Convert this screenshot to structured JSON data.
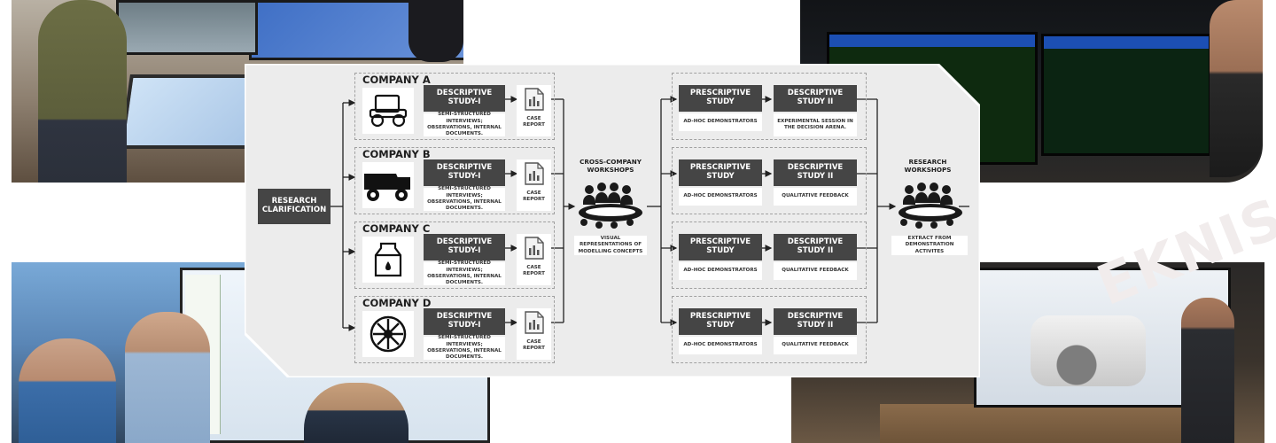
{
  "watermark": "EKNISA",
  "research_box": "RESEARCH CLARIFICATION",
  "companies": [
    {
      "name": "COMPANY A",
      "icon": "road-roller-icon",
      "study": "DESCRIPTIVE STUDY-I",
      "methods": "SEMI-STRUCTURED INTERVIEWS; OBSERVATIONS, INTERNAL DOCUMENTS.",
      "report": "CASE REPORT"
    },
    {
      "name": "COMPANY B",
      "icon": "dump-truck-icon",
      "study": "DESCRIPTIVE STUDY-I",
      "methods": "SEMI-STRUCTURED INTERVIEWS; OBSERVATIONS, INTERNAL DOCUMENTS.",
      "report": "CASE REPORT"
    },
    {
      "name": "COMPANY C",
      "icon": "milk-carton-icon",
      "study": "DESCRIPTIVE STUDY-I",
      "methods": "SEMI-STRUCTURED INTERVIEWS; OBSERVATIONS, INTERNAL DOCUMENTS.",
      "report": "CASE REPORT"
    },
    {
      "name": "COMPANY D",
      "icon": "turbine-icon",
      "study": "DESCRIPTIVE STUDY-I",
      "methods": "SEMI-STRUCTURED INTERVIEWS; OBSERVATIONS, INTERNAL DOCUMENTS.",
      "report": "CASE REPORT"
    }
  ],
  "cross_company": {
    "title": "CROSS-COMPANY WORKSHOPS",
    "caption": "VISUAL REPRESENTATIONS OF MODELLING CONCEPTS",
    "icon": "group-meeting-icon"
  },
  "prescriptive": [
    {
      "study": "PRESCRIPTIVE STUDY",
      "note": "AD-HOC DEMONSTRATORS",
      "descriptive": "DESCRIPTIVE STUDY II",
      "feedback": "EXPERIMENTAL SESSION IN THE DECISION ARENA."
    },
    {
      "study": "PRESCRIPTIVE STUDY",
      "note": "AD-HOC DEMONSTRATORS",
      "descriptive": "DESCRIPTIVE STUDY II",
      "feedback": "QUALITATIVE FEEDBACK"
    },
    {
      "study": "PRESCRIPTIVE STUDY",
      "note": "AD-HOC DEMONSTRATORS",
      "descriptive": "DESCRIPTIVE STUDY II",
      "feedback": "QUALITATIVE FEEDBACK"
    },
    {
      "study": "PRESCRIPTIVE STUDY",
      "note": "AD-HOC DEMONSTRATORS",
      "descriptive": "DESCRIPTIVE STUDY II",
      "feedback": "QUALITATIVE FEEDBACK"
    }
  ],
  "research_workshops": {
    "title": "RESEARCH WORKSHOPS",
    "caption": "EXTRACT FROM DEMONSTRATION ACTIVITES",
    "icon": "group-meeting-icon"
  },
  "colors": {
    "box": "#454545",
    "card": "#ececec",
    "dash": "#a0a0a0"
  }
}
